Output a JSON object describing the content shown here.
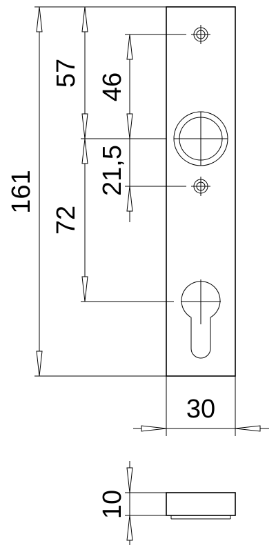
{
  "dimensions": {
    "total_height": "161",
    "top_hole_to_rosette": "57",
    "upper_hole_to_rosette": "46",
    "rosette_to_lower_hole": "21,5",
    "rosette_to_keyhole": "72",
    "plate_width": "30",
    "plate_thickness": "10"
  }
}
